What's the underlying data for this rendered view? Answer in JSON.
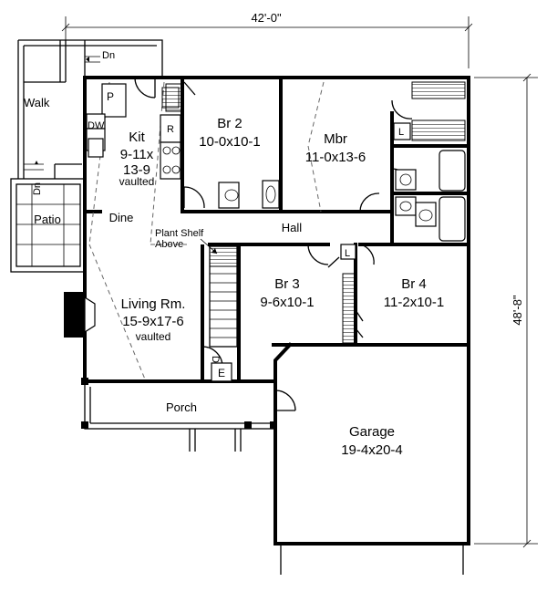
{
  "dimensions": {
    "width": "42'-0\"",
    "depth": "48'-8\""
  },
  "rooms": {
    "kit": {
      "name": "Kit",
      "size1": "9-11x",
      "size2": "13-9",
      "note": "vaulted"
    },
    "dine": {
      "name": "Dine"
    },
    "br2": {
      "name": "Br 2",
      "size": "10-0x10-1"
    },
    "mbr": {
      "name": "Mbr",
      "size": "11-0x13-6"
    },
    "hall": {
      "name": "Hall"
    },
    "living": {
      "name": "Living Rm.",
      "size": "15-9x17-6",
      "note": "vaulted"
    },
    "br3": {
      "name": "Br 3",
      "size": "9-6x10-1"
    },
    "br4": {
      "name": "Br 4",
      "size": "11-2x10-1"
    },
    "garage": {
      "name": "Garage",
      "size": "19-4x20-4"
    },
    "patio": {
      "name": "Patio"
    },
    "porch": {
      "name": "Porch"
    },
    "walk": {
      "name": "Walk"
    }
  },
  "labels": {
    "plant_shelf_1": "Plant Shelf",
    "plant_shelf_2": "Above",
    "dn": "Dn",
    "pantry": "P",
    "dishwasher": "DW",
    "range": "R",
    "linen": "L",
    "entry": "E"
  }
}
